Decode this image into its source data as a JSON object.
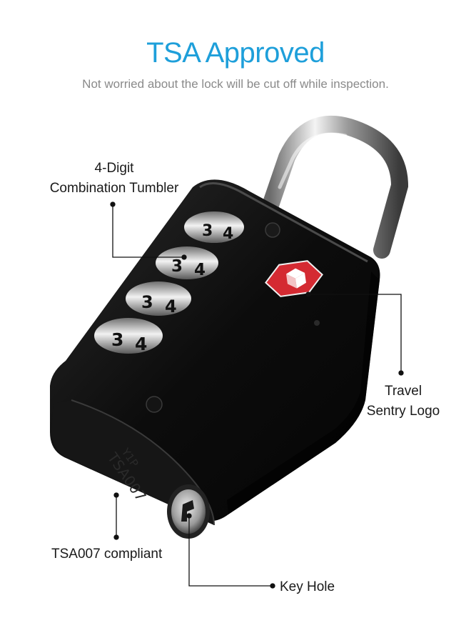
{
  "header": {
    "title": "TSA Approved",
    "subtitle": "Not worried about the lock will be cut off while inspection."
  },
  "callouts": {
    "combination_line1": "4-Digit",
    "combination_line2": "Combination Tumbler",
    "sentry_line1": "Travel",
    "sentry_line2": "Sentry Logo",
    "tsa": "TSA007 compliant",
    "keyhole": "Key Hole"
  },
  "lock": {
    "dial_digits": [
      [
        "3",
        "4"
      ],
      [
        "3",
        "4"
      ],
      [
        "3",
        "4"
      ],
      [
        "3",
        "4"
      ]
    ],
    "engraving": "TSA007",
    "engraving_sub": "Y1P",
    "body_color": "#0b0b0b",
    "logo_color": "#d42a32"
  },
  "colors": {
    "title": "#1e9fda",
    "subtitle": "#8a8a8a"
  }
}
